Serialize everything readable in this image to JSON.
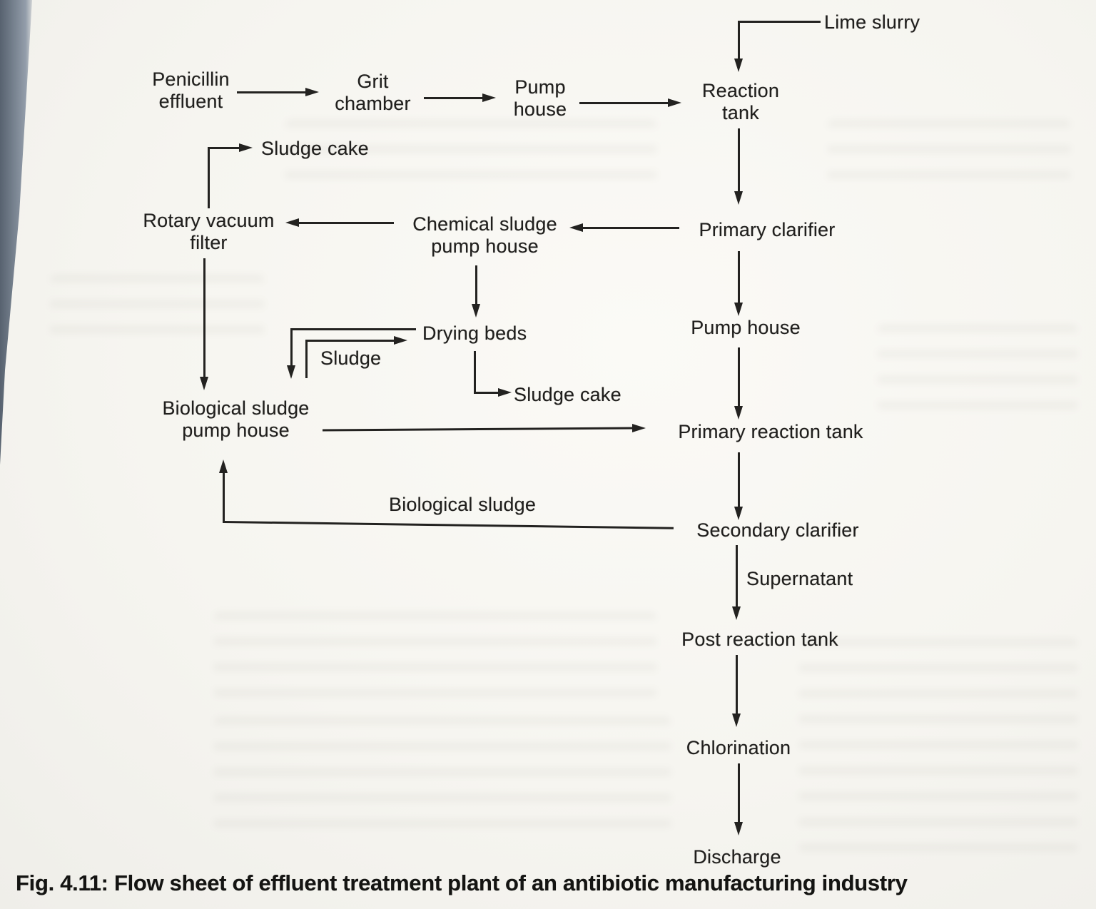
{
  "figure": {
    "caption": "Fig. 4.11: Flow sheet of effluent treatment plant of an antibiotic manufacturing industry"
  },
  "nodes": {
    "penicillin_effluent": "Penicillin effluent",
    "grit_chamber": "Grit chamber",
    "pump_house_top": "Pump house",
    "reaction_tank": "Reaction tank",
    "lime_slurry": "Lime slurry",
    "primary_clarifier": "Primary clarifier",
    "chemical_sludge_pump_house": "Chemical sludge pump house",
    "rotary_vacuum_filter": "Rotary vacuum filter",
    "sludge_cake_top": "Sludge cake",
    "drying_beds": "Drying beds",
    "sludge": "Sludge",
    "sludge_cake_mid": "Sludge cake",
    "biological_sludge_pump_house": "Biological sludge pump house",
    "pump_house_mid": "Pump house",
    "primary_reaction_tank": "Primary reaction tank",
    "secondary_clarifier": "Secondary clarifier",
    "biological_sludge": "Biological sludge",
    "supernatant": "Supernatant",
    "post_reaction_tank": "Post reaction tank",
    "chlorination": "Chlorination",
    "discharge": "Discharge"
  },
  "connections": [
    {
      "from": "Penicillin effluent",
      "to": "Grit chamber",
      "label": ""
    },
    {
      "from": "Grit chamber",
      "to": "Pump house",
      "label": ""
    },
    {
      "from": "Pump house",
      "to": "Reaction tank",
      "label": ""
    },
    {
      "from": "Lime slurry",
      "to": "Reaction tank",
      "label": ""
    },
    {
      "from": "Reaction tank",
      "to": "Primary clarifier",
      "label": ""
    },
    {
      "from": "Primary clarifier",
      "to": "Chemical sludge pump house",
      "label": ""
    },
    {
      "from": "Chemical sludge pump house",
      "to": "Rotary vacuum filter",
      "label": ""
    },
    {
      "from": "Rotary vacuum filter",
      "to": "Sludge cake",
      "label": ""
    },
    {
      "from": "Rotary vacuum filter",
      "to": "Biological sludge pump house",
      "label": ""
    },
    {
      "from": "Chemical sludge pump house",
      "to": "Drying beds",
      "label": ""
    },
    {
      "from": "Biological sludge pump house",
      "to": "Drying beds",
      "label": "Sludge"
    },
    {
      "from": "Drying beds",
      "to": "Biological sludge pump house",
      "label": ""
    },
    {
      "from": "Drying beds",
      "to": "Sludge cake",
      "label": ""
    },
    {
      "from": "Primary clarifier",
      "to": "Pump house",
      "label": ""
    },
    {
      "from": "Pump house",
      "to": "Primary reaction tank",
      "label": ""
    },
    {
      "from": "Biological sludge pump house",
      "to": "Primary reaction tank",
      "label": ""
    },
    {
      "from": "Primary reaction tank",
      "to": "Secondary clarifier",
      "label": ""
    },
    {
      "from": "Secondary clarifier",
      "to": "Biological sludge pump house",
      "label": "Biological sludge"
    },
    {
      "from": "Secondary clarifier",
      "to": "Post reaction tank",
      "label": "Supernatant"
    },
    {
      "from": "Post reaction tank",
      "to": "Chlorination",
      "label": ""
    },
    {
      "from": "Chlorination",
      "to": "Discharge",
      "label": ""
    }
  ],
  "colors": {
    "ink": "#232220",
    "paper": "#f6f5f0",
    "gutter": "#76818e"
  }
}
